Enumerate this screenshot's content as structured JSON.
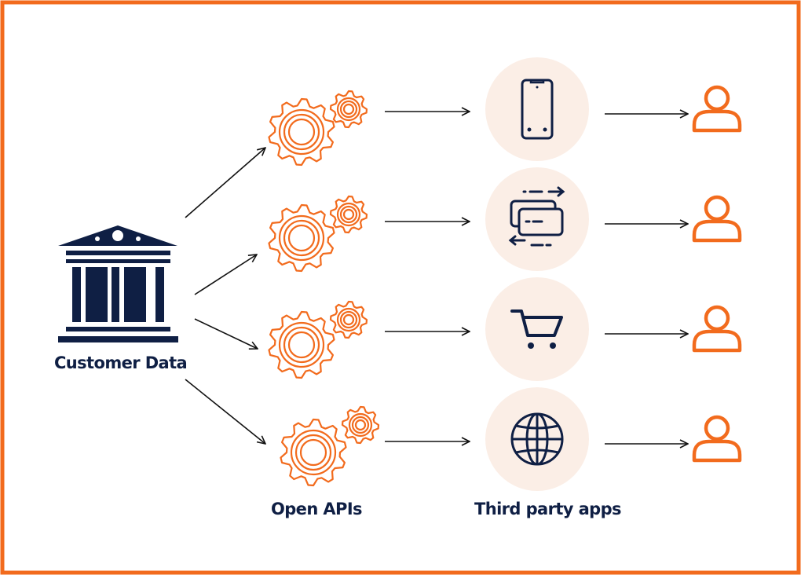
{
  "labels": {
    "source": "Customer Data",
    "apis": "Open APIs",
    "apps": "Third party apps"
  },
  "colors": {
    "border": "#f26b1d",
    "accent": "#f26b1d",
    "navy": "#0f1f44",
    "circle_bg": "#fbeee6"
  },
  "rows": [
    {
      "app_icon": "smartphone-icon",
      "user_icon": "user-icon"
    },
    {
      "app_icon": "card-transfer-icon",
      "user_icon": "user-icon"
    },
    {
      "app_icon": "shopping-cart-icon",
      "user_icon": "user-icon"
    },
    {
      "app_icon": "globe-icon",
      "user_icon": "user-icon"
    }
  ]
}
